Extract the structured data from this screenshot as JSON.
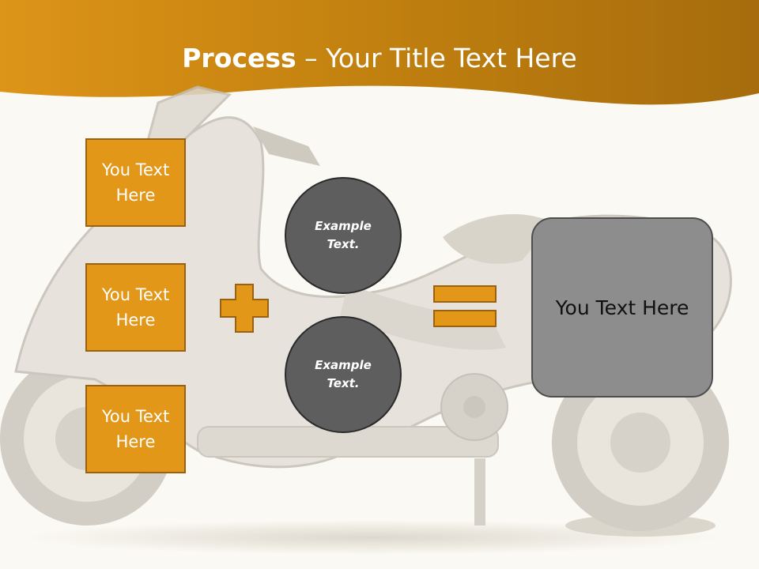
{
  "title": {
    "bold": "Process",
    "dash": " – ",
    "rest": "Your Title Text Here"
  },
  "boxes": [
    "You Text Here",
    "You Text Here",
    "You Text Here"
  ],
  "circles": [
    "Example Text.",
    "Example Text."
  ],
  "result": "You Text Here",
  "colors": {
    "header": "#c98512",
    "box": "#e39718",
    "circle": "#5e5e5e",
    "result": "#8d8d8d",
    "background": "#fbf9f3"
  }
}
